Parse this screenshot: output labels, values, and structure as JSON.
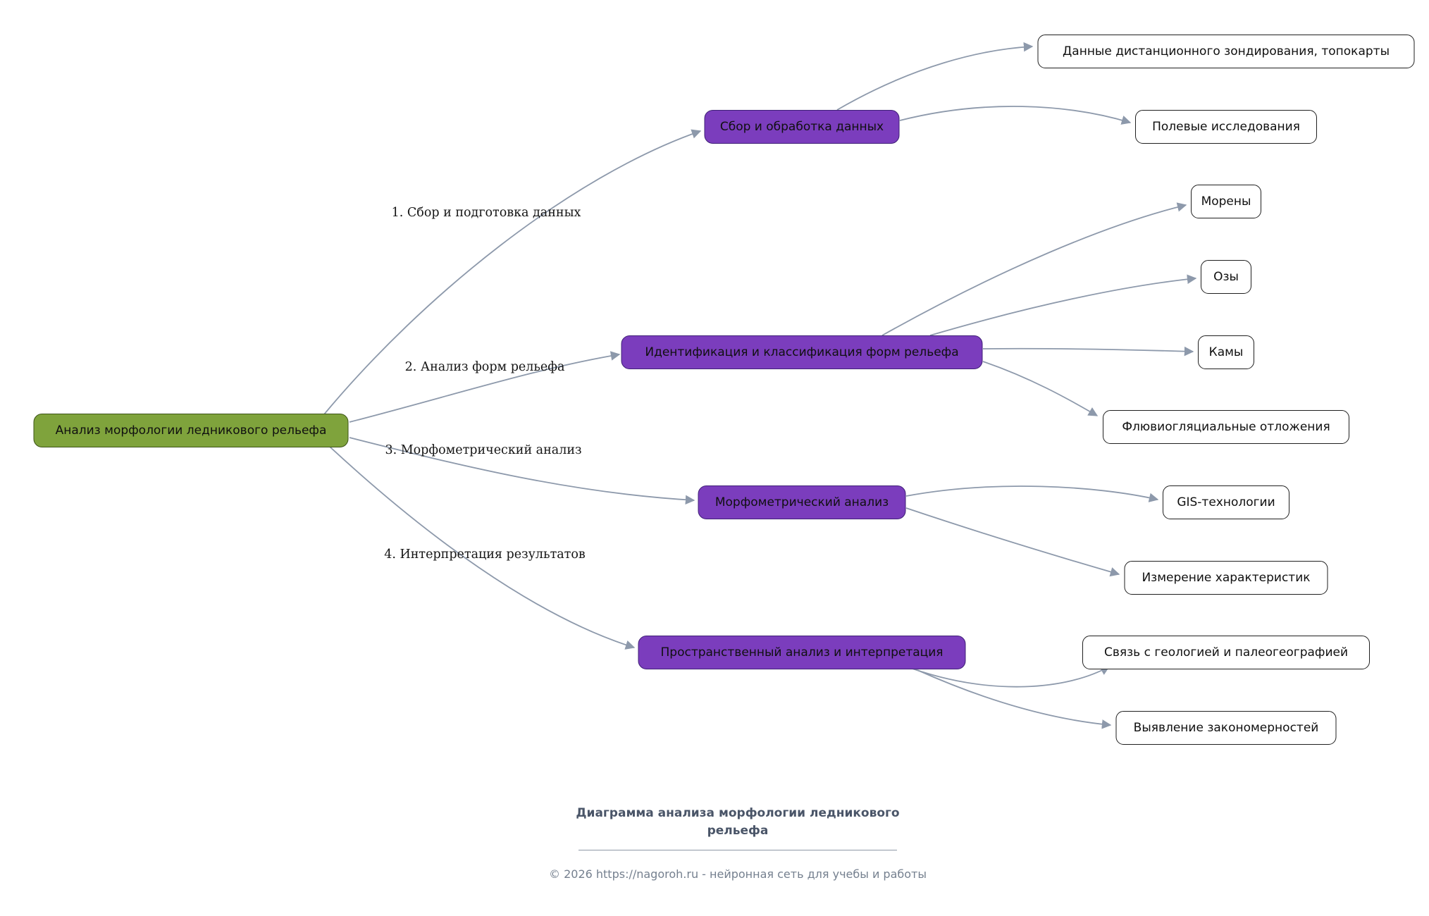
{
  "diagram": {
    "root": "Анализ морфологии ледникового рельефа",
    "branches": [
      {
        "label": "Сбор и обработка данных",
        "edge_label": "1. Сбор и подготовка данных",
        "children": [
          "Данные дистанционного зондирования, топокарты",
          "Полевые исследования"
        ]
      },
      {
        "label": "Идентификация и классификация форм рельефа",
        "edge_label": "2. Анализ форм рельефа",
        "children": [
          "Морены",
          "Озы",
          "Камы",
          "Флювиогляциальные отложения"
        ]
      },
      {
        "label": "Морфометрический анализ",
        "edge_label": "3. Морфометрический анализ",
        "children": [
          "GIS-технологии",
          "Измерение характеристик"
        ]
      },
      {
        "label": "Пространственный анализ и интерпретация",
        "edge_label": "4. Интерпретация результатов",
        "children": [
          "Связь с геологией и палеогеографией",
          "Выявление закономерностей"
        ]
      }
    ],
    "colors": {
      "root_fill": "#7fa33c",
      "branch_fill": "#7b3dbd",
      "leaf_fill": "#ffffff",
      "edge_stroke": "#8d99ab"
    }
  },
  "footer": {
    "title_line1": "Диаграмма анализа морфологии ледникового",
    "title_line2": "рельефа",
    "copyright": "© 2026 https://nagoroh.ru - нейронная сеть для учебы и работы"
  }
}
